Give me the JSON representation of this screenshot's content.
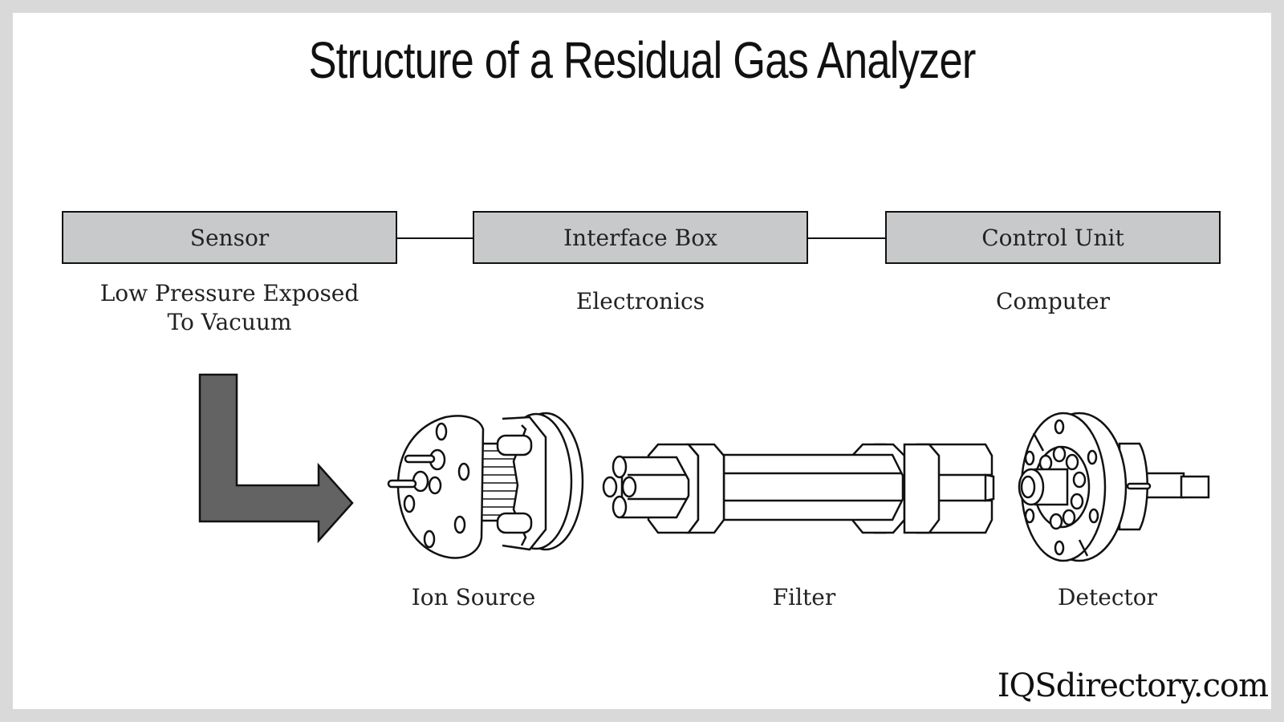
{
  "title": "Structure of a Residual Gas Analyzer",
  "blocks": [
    {
      "label": "Sensor",
      "description": "Low Pressure Exposed To Vacuum",
      "description_lines": [
        "Low Pressure Exposed",
        "To Vacuum"
      ]
    },
    {
      "label": "Interface Box",
      "description": "Electronics",
      "description_lines": [
        "Electronics"
      ]
    },
    {
      "label": "Control Unit",
      "description": "Computer",
      "description_lines": [
        "Computer"
      ]
    }
  ],
  "components": [
    {
      "label": "Ion Source",
      "icon": "ion-source-icon"
    },
    {
      "label": "Filter",
      "icon": "quadrupole-filter-icon"
    },
    {
      "label": "Detector",
      "icon": "detector-icon"
    }
  ],
  "flow_arrow": {
    "icon": "bent-arrow-right-icon",
    "color": "#636363"
  },
  "colors": {
    "background": "#d9d9d9",
    "panel": "#ffffff",
    "block_fill": "#c8c9ca",
    "stroke": "#111111"
  },
  "brand": "IQSdirectory.com"
}
